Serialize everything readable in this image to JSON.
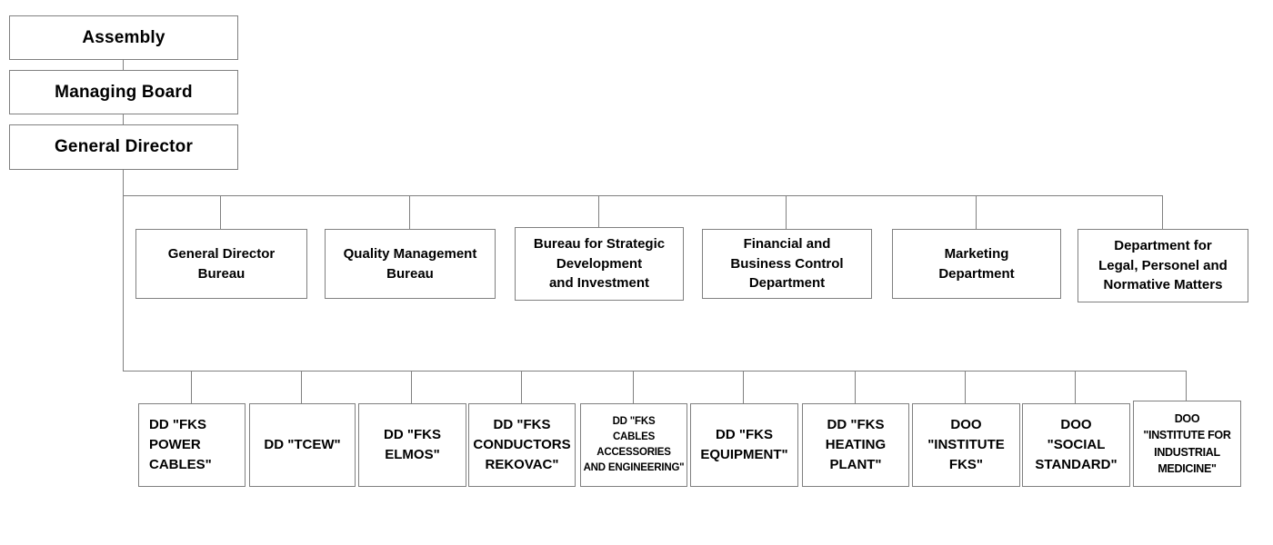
{
  "org_chart": {
    "title": "Company organizational chart",
    "colors": {
      "line": "#808080",
      "border": "#808080",
      "text": "#000000",
      "background": "#ffffff"
    },
    "top_chain": [
      {
        "label": "Assembly"
      },
      {
        "label": "Managing Board"
      },
      {
        "label": "General Director"
      }
    ],
    "middle_row": [
      {
        "label": "General Director\nBureau"
      },
      {
        "label": "Quality Management\nBureau"
      },
      {
        "label": "Bureau for Strategic\nDevelopment\nand Investment"
      },
      {
        "label": "Financial and\nBusiness Control\nDepartment"
      },
      {
        "label": "Marketing\nDepartment"
      },
      {
        "label": "Department for\nLegal, Personel and\nNormative Matters"
      }
    ],
    "bottom_row": [
      {
        "label": "DD \"FKS\nPOWER\nCABLES\""
      },
      {
        "label": "DD \"TCEW\""
      },
      {
        "label": "DD \"FKS\nELMOS\""
      },
      {
        "label": "DD \"FKS\nCONDUCTORS\nREKOVAC\""
      },
      {
        "label": "DD \"FKS\nCABLES\nACCESSORIES\nAND ENGINEERING\""
      },
      {
        "label": "DD \"FKS\nEQUIPMENT\""
      },
      {
        "label": "DD \"FKS\nHEATING\nPLANT\""
      },
      {
        "label": "DOO\n\"INSTITUTE\nFKS\""
      },
      {
        "label": "DOO\n\"SOCIAL\nSTANDARD\""
      },
      {
        "label": "DOO\n\"INSTITUTE FOR\nINDUSTRIAL\nMEDICINE\""
      }
    ]
  }
}
